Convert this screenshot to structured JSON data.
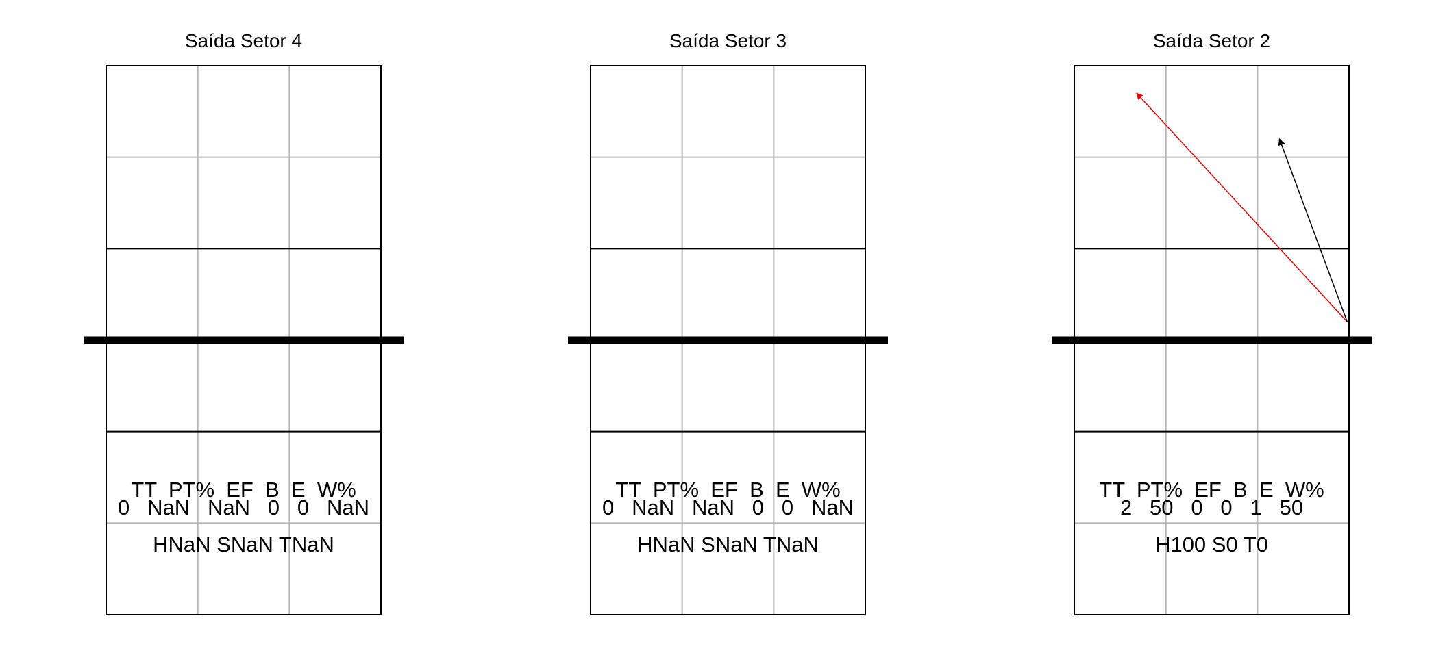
{
  "chart_data": [
    {
      "type": "court-diagram",
      "title": "Saída Setor 4",
      "stats_header": "TT  PT%  EF  B  E  W%",
      "stats_values": "0   NaN   NaN   0   0   NaN",
      "summary": "HNaN SNaN TNaN",
      "arrows": []
    },
    {
      "type": "court-diagram",
      "title": "Saída Setor 3",
      "stats_header": "TT  PT%  EF  B  E  W%",
      "stats_values": "0   NaN   NaN   0   0   NaN",
      "summary": "HNaN SNaN TNaN",
      "arrows": []
    },
    {
      "type": "court-diagram",
      "title": "Saída Setor 2",
      "stats_header": "TT  PT%  EF  B  E  W%",
      "stats_values": "2   50   0   0   1   50",
      "summary": "H100 S0 T0",
      "arrows": [
        {
          "from": [
            2.98,
            3.2
          ],
          "to": [
            0.68,
            5.7
          ],
          "color": "#e00000"
        },
        {
          "from": [
            2.98,
            3.2
          ],
          "to": [
            2.24,
            5.2
          ],
          "color": "#000000"
        }
      ]
    }
  ]
}
